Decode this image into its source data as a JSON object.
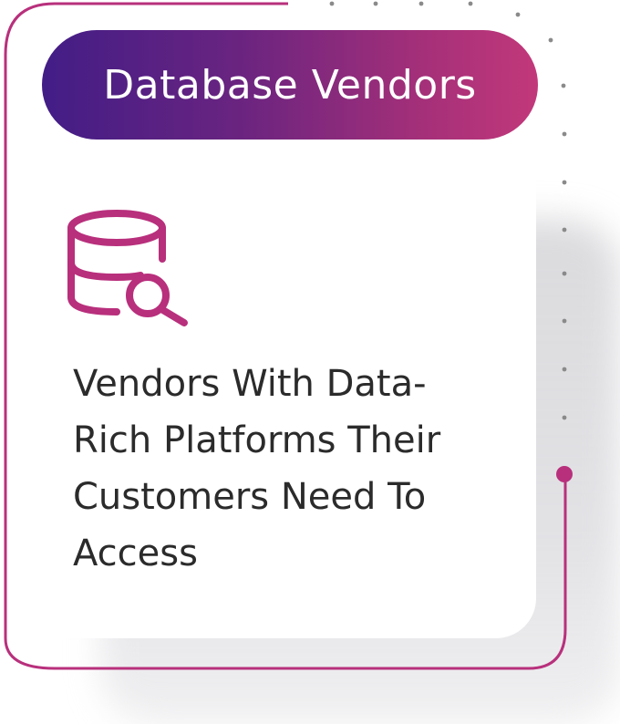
{
  "header": {
    "title": "Database Vendors"
  },
  "icon": {
    "name": "database-search-icon",
    "color": "#b82f7c"
  },
  "description": {
    "lines": [
      "Vendors With Data-",
      "Rich Platforms Their",
      "Customers Need To",
      "Access"
    ]
  },
  "colors": {
    "gradient_start": "#421d86",
    "gradient_end": "#c2387a",
    "accent": "#b82f7c",
    "text": "#2b2b2b"
  }
}
